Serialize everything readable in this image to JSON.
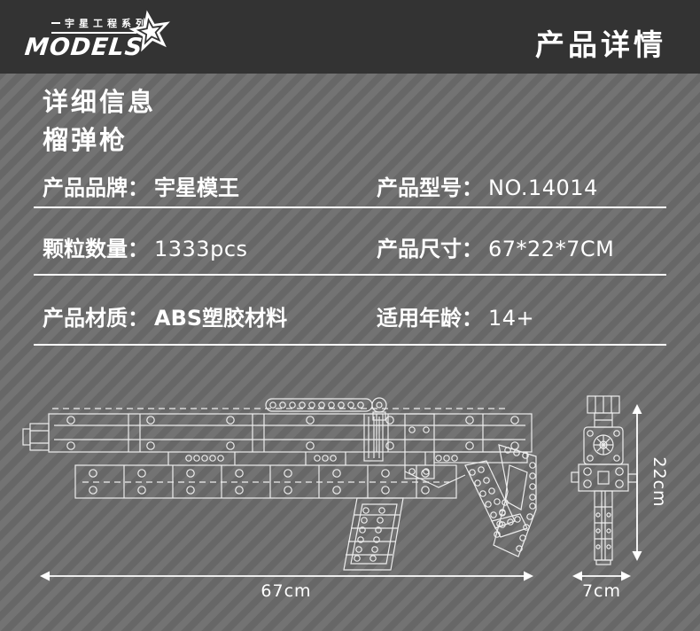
{
  "header": {
    "brand_series": "宇星工程系列",
    "brand_name": "MODELS",
    "page_title": "产品详情"
  },
  "title": {
    "line1": "详细信息",
    "line2": "榴弹枪"
  },
  "specs": {
    "rows": [
      {
        "left_label": "产品品牌：",
        "left_value": "宇星模王",
        "right_label": "产品型号：",
        "right_value": "NO.14014"
      },
      {
        "left_label": "颗粒数量：",
        "left_value": "1333pcs",
        "right_label": "产品尺寸：",
        "right_value": "67*22*7CM"
      },
      {
        "left_label": "产品材质：",
        "left_value": "ABS塑胶材料",
        "right_label": "适用年龄：",
        "right_value": "14+"
      }
    ]
  },
  "diagram": {
    "length_label": "67cm",
    "depth_label": "7cm",
    "height_label": "22cm"
  },
  "colors": {
    "header_bg": "#333333",
    "stripe_dark": "#676767",
    "stripe_light": "#737373",
    "text": "#ffffff",
    "line_art": "#ffffff"
  }
}
